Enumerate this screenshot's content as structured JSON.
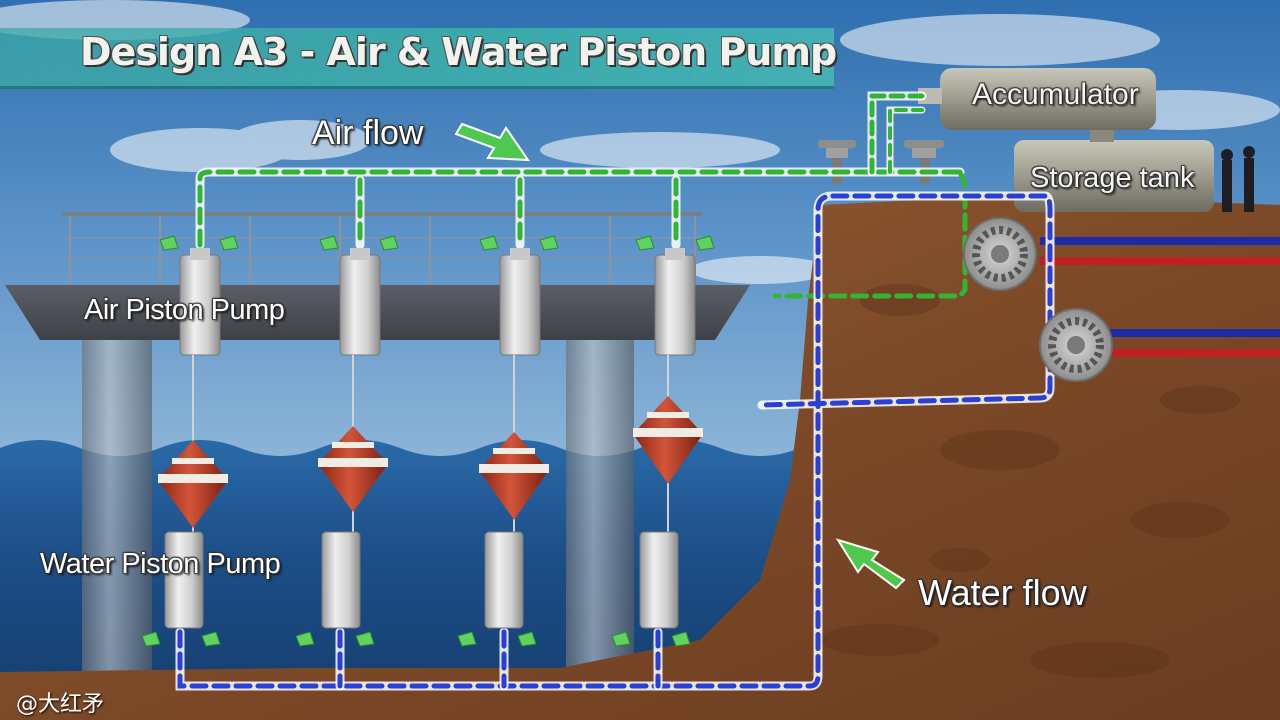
{
  "title": "Design A3 - Air & Water Piston Pump",
  "labels": {
    "air_flow": "Air flow",
    "air_piston_pump": "Air Piston Pump",
    "water_piston_pump": "Water Piston Pump",
    "water_flow": "Water flow",
    "accumulator": "Accumulator",
    "storage_tank": "Storage tank"
  },
  "watermark": "@大红矛",
  "colors": {
    "sky": "#4a7fb8",
    "sea": "#1c4f86",
    "earth": "#8a5530",
    "air_line": "#3fbf3f",
    "water_line": "#1f3fd0",
    "buoy_red": "#c0402a",
    "banner": "#3caaa5"
  },
  "icons": [
    "air-flow-arrow-icon",
    "water-flow-arrow-icon",
    "turbine-icon",
    "valve-icon"
  ]
}
